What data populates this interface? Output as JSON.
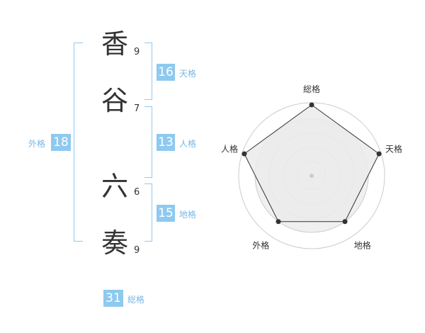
{
  "name_chars": [
    {
      "char": "香",
      "strokes": "9"
    },
    {
      "char": "谷",
      "strokes": "7"
    },
    {
      "char": "六",
      "strokes": "6"
    },
    {
      "char": "奏",
      "strokes": "9"
    }
  ],
  "fortunes": {
    "tenkaku": {
      "value": "16",
      "label": "天格"
    },
    "jinkaku": {
      "value": "13",
      "label": "人格"
    },
    "chikaku": {
      "value": "15",
      "label": "地格"
    },
    "gaikaku": {
      "value": "18",
      "label": "外格"
    },
    "soukaku": {
      "value": "31",
      "label": "総格"
    }
  },
  "radar": {
    "axes": [
      "総格",
      "天格",
      "地格",
      "外格",
      "人格"
    ],
    "values": [
      1.0,
      1.0,
      0.8,
      0.8,
      1.0
    ],
    "rings": 4,
    "colors": {
      "fill": "#f0f0f0",
      "ring": "#cccccc",
      "line": "#333333",
      "point": "#333333",
      "center": "#cccccc"
    }
  }
}
